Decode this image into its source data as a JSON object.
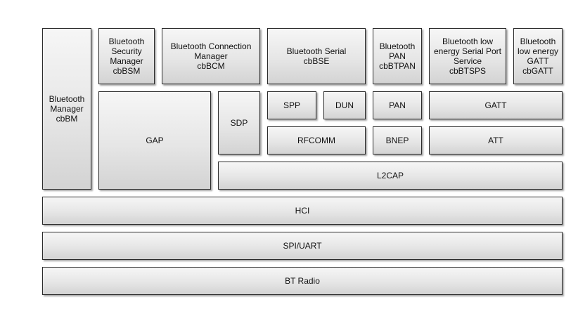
{
  "diagram": {
    "blocks": {
      "cbBM": "Bluetooth\nManager\ncbBM",
      "cbBSM": "Bluetooth\nSecurity\nManager\ncbBSM",
      "cbBCM": "Bluetooth Connection\nManager\ncbBCM",
      "cbBSE": "Bluetooth Serial\ncbBSE",
      "cbBTPAN": "Bluetooth\nPAN\ncbBTPAN",
      "cbBTSPS": "Bluetooth low\nenergy Serial Port\nService\ncbBTSPS",
      "cbGATT": "Bluetooth\nlow energy\nGATT\ncbGATT",
      "gap": "GAP",
      "sdp": "SDP",
      "spp": "SPP",
      "dun": "DUN",
      "pan": "PAN",
      "gatt": "GATT",
      "rfcomm": "RFCOMM",
      "bnep": "BNEP",
      "att": "ATT",
      "l2cap": "L2CAP",
      "hci": "HCI",
      "spi_uart": "SPI/UART",
      "bt_radio": "BT Radio"
    }
  }
}
